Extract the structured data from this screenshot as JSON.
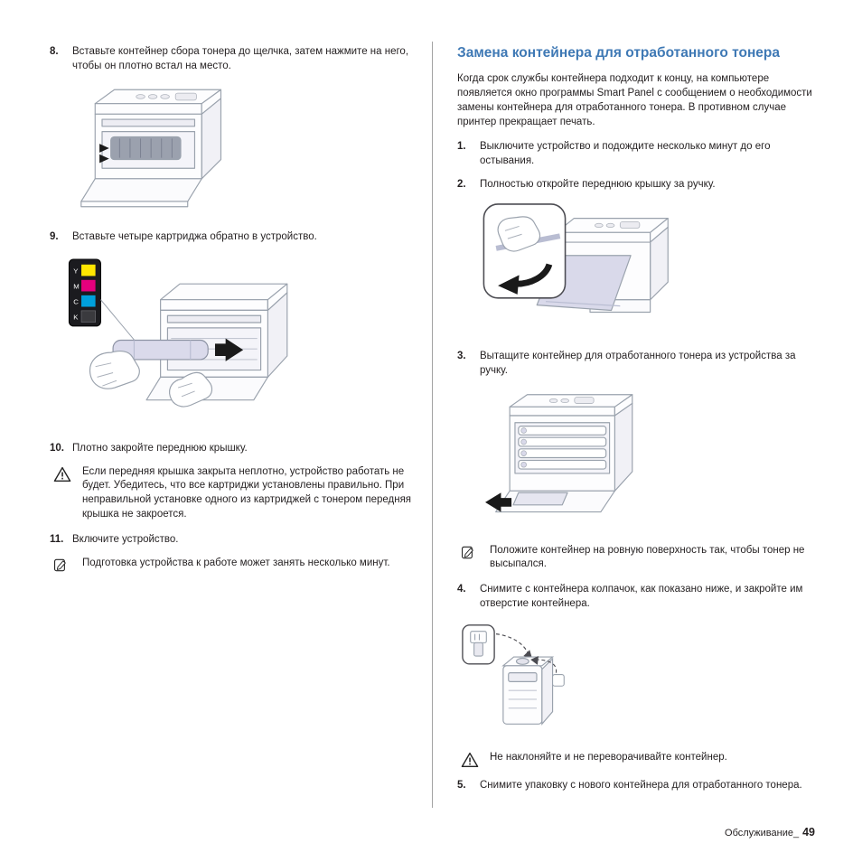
{
  "colors": {
    "heading_blue": "#3f79b5",
    "cover_lavender": "#d9d9ea",
    "toner_yellow": "#ffe600",
    "toner_magenta": "#e5007d",
    "toner_cyan": "#00a0dc",
    "toner_black": "#1b1b1f"
  },
  "toner_strip": [
    "Y",
    "M",
    "C",
    "K"
  ],
  "left": {
    "steps": [
      {
        "num": "8.",
        "text": "Вставьте контейнер сбора тонера до щелчка, затем нажмите на него, чтобы он плотно встал на место."
      },
      {
        "num": "9.",
        "text": "Вставьте четыре картриджа обратно в устройство."
      },
      {
        "num": "10.",
        "text": "Плотно закройте переднюю крышку."
      },
      {
        "num": "11.",
        "text": "Включите устройство."
      }
    ],
    "warning": "Если передняя крышка закрыта неплотно, устройство работать не будет. Убедитесь, что все картриджи установлены правильно. При неправильной установке одного из картриджей с тонером передняя крышка не закроется.",
    "note": "Подготовка устройства к работе может занять несколько минут."
  },
  "right": {
    "heading": "Замена контейнера для отработанного тонера",
    "intro": "Когда срок службы контейнера подходит к концу, на компьютере появляется окно программы Smart Panel с сообщением о необходимости замены контейнера для отработанного тонера. В противном случае принтер прекращает печать.",
    "steps": [
      {
        "num": "1.",
        "text": "Выключите устройство и подождите несколько минут до его остывания."
      },
      {
        "num": "2.",
        "text": "Полностью откройте переднюю крышку за ручку."
      },
      {
        "num": "3.",
        "text": "Вытащите контейнер для отработанного тонера из устройства за ручку."
      },
      {
        "num": "4.",
        "text": "Снимите с контейнера колпачок, как показано ниже, и закройте им отверстие контейнера."
      },
      {
        "num": "5.",
        "text": "Снимите упаковку с нового контейнера для отработанного тонера."
      }
    ],
    "note": "Положите контейнер на ровную поверхность так, чтобы тонер не высыпался.",
    "warning": "Не наклоняйте и не переворачивайте контейнер."
  },
  "footer": {
    "section_label": "Обслуживание_",
    "page_number": "49"
  }
}
